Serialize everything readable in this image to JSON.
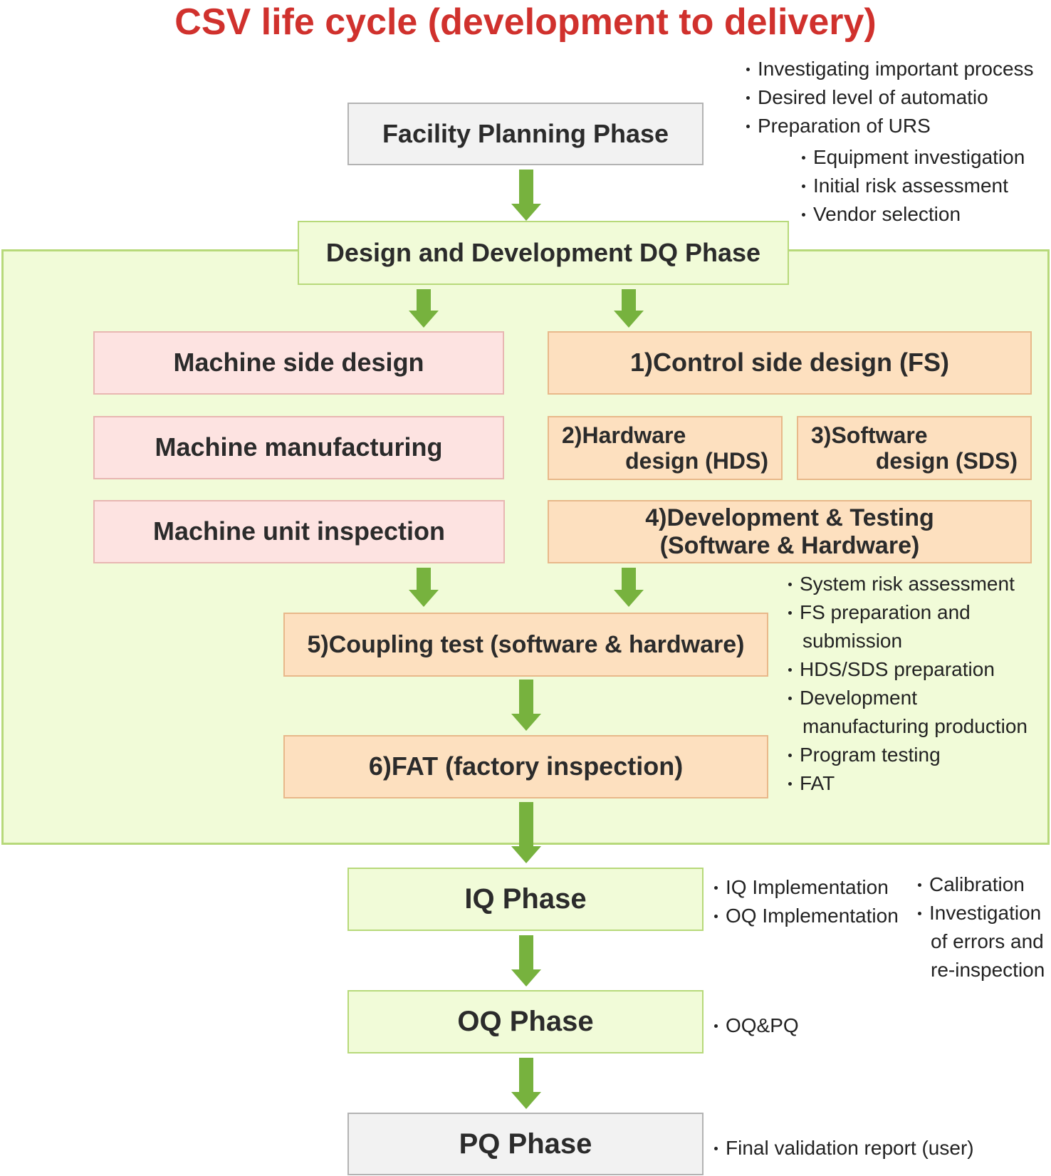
{
  "title": "CSV life cycle (development to delivery)",
  "facility": {
    "label": "Facility Planning Phase",
    "notes": [
      "Investigating important process",
      "Desired level of automatio",
      "Preparation of URS"
    ],
    "sub_notes": [
      "Equipment investigation",
      "Initial risk assessment",
      "Vendor selection"
    ]
  },
  "design": {
    "label": "Design and Development DQ Phase",
    "machine_side": [
      "Machine side design",
      "Machine manufacturing",
      "Machine unit inspection"
    ],
    "control": "1)Control side design (FS)",
    "hardware": {
      "line1": "2)Hardware",
      "line2": "design (HDS)"
    },
    "software": {
      "line1": "3)Software",
      "line2": "design (SDS)"
    },
    "dev_testing": {
      "line1": "4)Development & Testing",
      "line2": "(Software & Hardware)"
    },
    "coupling": "5)Coupling test (software & hardware)",
    "fat": "6)FAT (factory inspection)",
    "notes": [
      {
        "text": "System risk assessment",
        "bullet": true
      },
      {
        "text": "FS preparation and",
        "bullet": true
      },
      {
        "text": "submission",
        "bullet": false
      },
      {
        "text": "HDS/SDS preparation",
        "bullet": true
      },
      {
        "text": "Development",
        "bullet": true
      },
      {
        "text": "manufacturing production",
        "bullet": false
      },
      {
        "text": "Program testing",
        "bullet": true
      },
      {
        "text": "FAT",
        "bullet": true
      }
    ]
  },
  "iq": {
    "label": "IQ Phase",
    "notes": [
      "IQ Implementation",
      "OQ Implementation"
    ],
    "notes2": [
      {
        "text": "Calibration",
        "bullet": true
      },
      {
        "text": "Investigation",
        "bullet": true
      },
      {
        "text": "of errors and",
        "bullet": false
      },
      {
        "text": "re-inspection",
        "bullet": false
      }
    ]
  },
  "oq": {
    "label": "OQ Phase",
    "notes": [
      "OQ&PQ"
    ]
  },
  "pq": {
    "label": "PQ Phase",
    "notes": [
      "Final validation report (user)"
    ]
  },
  "colors": {
    "title": "#d0312d",
    "arrow": "#77b23e",
    "region_fill": "#f1fbd8",
    "region_border": "#b7d97a",
    "gray_box": "#f2f2f2",
    "pink_box": "#fde3e1",
    "peach_box": "#fde0bf"
  }
}
